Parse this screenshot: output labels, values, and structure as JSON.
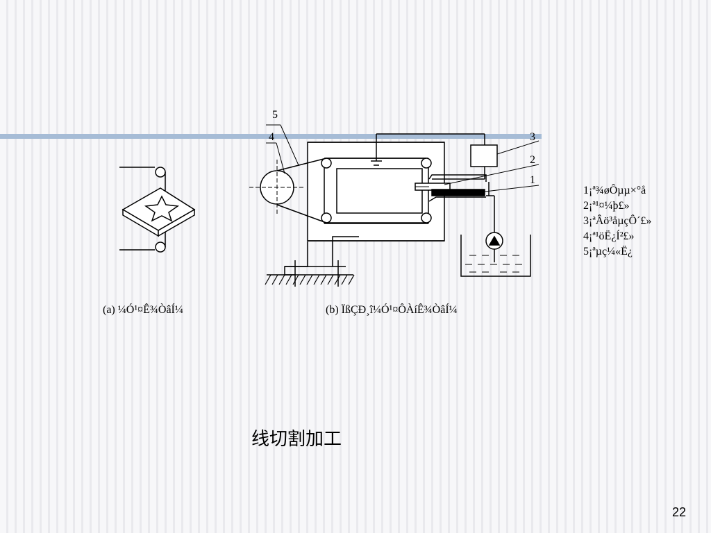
{
  "legend": [
    "1¡ª¾øÔµµ×°å",
    "2¡ª¹¤¼þ£»",
    "3¡ªÂö³åµçÔ´£»",
    "4¡ª¹öË¿Í²£»",
    "5¡ªµç¼«Ë¿"
  ],
  "part_numbers": [
    "1",
    "2",
    "3",
    "4",
    "5"
  ],
  "captions": {
    "a": "(a) ¼Ó¹¤Ê¾ÒâÍ¼",
    "b": "(b) ÏßÇÐ¸î¼Ó¹¤Ô­ÀíÊ¾ÒâÍ¼"
  },
  "title": "线切割加工",
  "page_number": "22",
  "colors": {
    "accent_bar": "#a6bcd6",
    "background_stripe": "#e9e9ed"
  }
}
